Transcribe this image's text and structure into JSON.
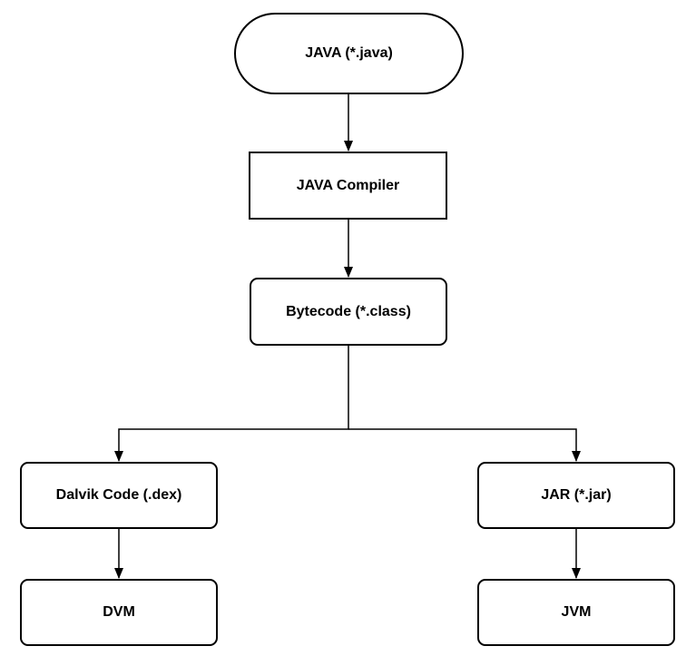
{
  "diagram": {
    "nodes": {
      "java": "JAVA (*.java)",
      "compiler": "JAVA Compiler",
      "bytecode": "Bytecode (*.class)",
      "dalvik": "Dalvik Code (.dex)",
      "jar": "JAR (*.jar)",
      "dvm": "DVM",
      "jvm": "JVM"
    },
    "edges": [
      {
        "from": "java",
        "to": "compiler"
      },
      {
        "from": "compiler",
        "to": "bytecode"
      },
      {
        "from": "bytecode",
        "to": "dalvik"
      },
      {
        "from": "bytecode",
        "to": "jar"
      },
      {
        "from": "dalvik",
        "to": "dvm"
      },
      {
        "from": "jar",
        "to": "jvm"
      }
    ],
    "colors": {
      "stroke": "#000000",
      "fill": "#ffffff",
      "text": "#000000"
    }
  }
}
